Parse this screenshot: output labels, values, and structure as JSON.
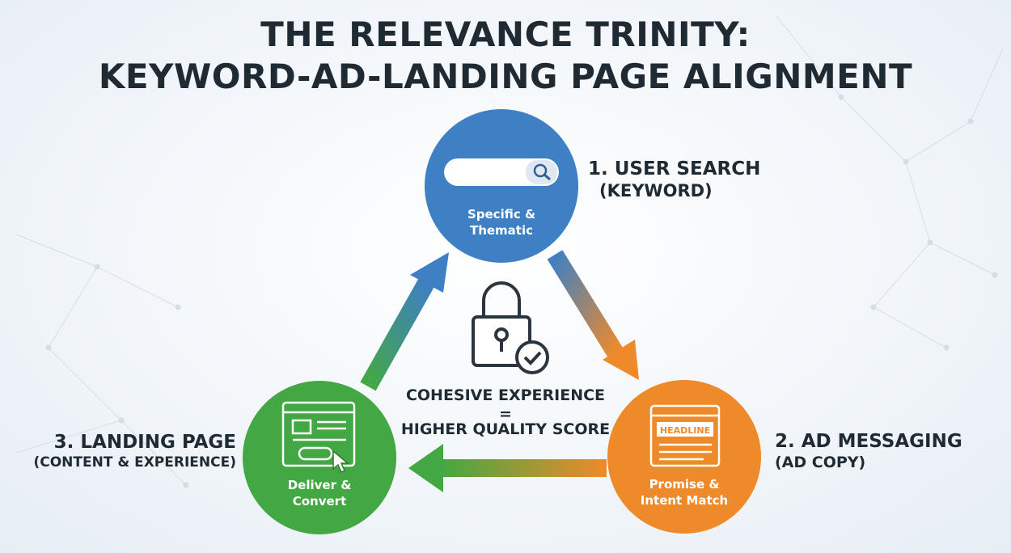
{
  "title": {
    "line1": "THE RELEVANCE TRINITY:",
    "line2": "KEYWORD-AD-LANDING PAGE ALIGNMENT"
  },
  "stages": [
    {
      "number_label": "1. USER SEARCH",
      "sub_label": "(KEYWORD)",
      "circle_text_line1": "Specific &",
      "circle_text_line2": "Thematic",
      "color": "#3f7fc4",
      "icon": "search-bar-icon"
    },
    {
      "number_label": "2. AD MESSAGING",
      "sub_label": "(AD COPY)",
      "circle_text_line1": "Promise &",
      "circle_text_line2": "Intent Match",
      "icon_text": "HEADLINE",
      "color": "#ef8a2a",
      "icon": "ad-headline-icon"
    },
    {
      "number_label": "3. LANDING PAGE",
      "sub_label": "(CONTENT & EXPERIENCE)",
      "circle_text_line1": "Deliver &",
      "circle_text_line2": "Convert",
      "color": "#43a843",
      "icon": "webpage-cursor-icon"
    }
  ],
  "center": {
    "line1": "COHESIVE EXPERIENCE",
    "line2": "=",
    "line3": "HIGHER QUALITY SCORE",
    "icon": "padlock-check-icon"
  },
  "colors": {
    "blue": "#3f7fc4",
    "orange": "#ef8a2a",
    "green": "#43a843",
    "text": "#1f2a33"
  }
}
